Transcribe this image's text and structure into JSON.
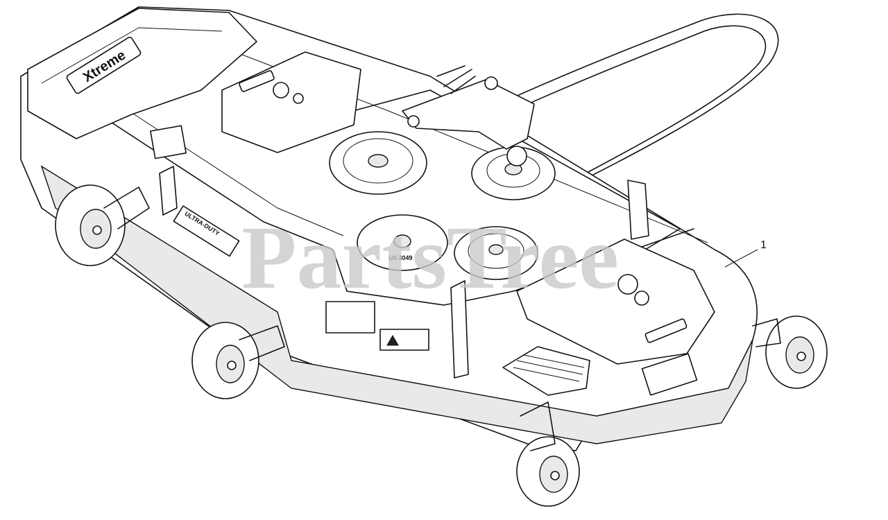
{
  "watermark": {
    "text": "PartsTree"
  },
  "callouts": [
    {
      "label": "1"
    }
  ],
  "brand": {
    "text": "Xtreme"
  },
  "decal_text": {
    "deck_label": "ULTRA-DUTY",
    "pulley_mark": "U0-3049"
  },
  "colors": {
    "line": "#111111",
    "watermark": "#c9c9c9",
    "background": "#ffffff"
  }
}
